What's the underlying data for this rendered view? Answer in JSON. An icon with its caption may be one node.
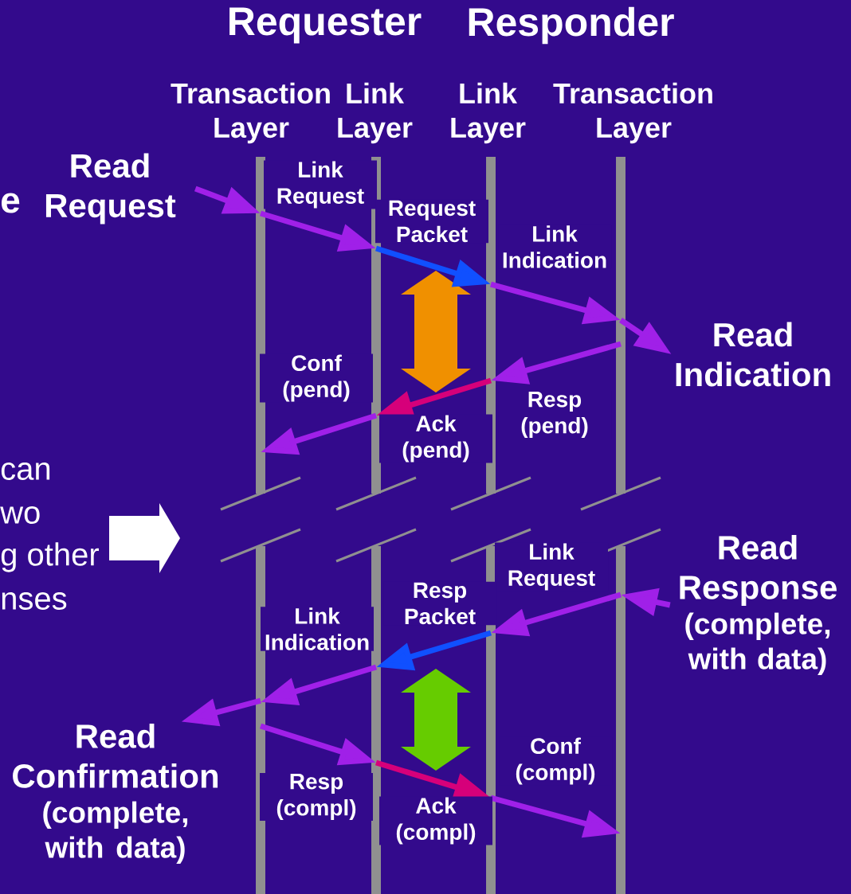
{
  "diagram": {
    "nodes": [
      {
        "text": [
          "Transaction Layer"
        ]
      },
      {
        "text": [
          "Link Layer"
        ]
      },
      {
        "text": [
          "Link Layer"
        ]
      },
      {
        "text": [
          "Transaction Layer"
        ]
      },
      {
        "text": [
          "Read Request"
        ]
      },
      {
        "text": [
          "Read Indication"
        ]
      },
      {
        "text": [
          "Read Response",
          "(complete, with data)"
        ]
      },
      {
        "text": [
          "Read Confirmation",
          "(complete, with data)"
        ]
      }
    ],
    "edges": [
      {
        "from": 4,
        "to": 0,
        "arrow": "to"
      },
      {
        "from": 0,
        "to": 1,
        "arrow": "to",
        "label": "Link Request"
      },
      {
        "from": 1,
        "to": 2,
        "arrow": "to",
        "label": "Request Packet",
        "color": "#1050ff"
      },
      {
        "from": 2,
        "to": 3,
        "arrow": "to",
        "label": "Link Indication"
      },
      {
        "from": 3,
        "to": 5,
        "arrow": "to"
      },
      {
        "from": 3,
        "to": 2,
        "arrow": "to",
        "label": "Resp (pend)"
      },
      {
        "from": 2,
        "to": 1,
        "arrow": "to",
        "label": "Ack (pend)",
        "color": "#d6007a"
      },
      {
        "from": 1,
        "to": 0,
        "arrow": "to",
        "label": "Conf (pend)"
      },
      {
        "from": 6,
        "to": 3,
        "arrow": "to"
      },
      {
        "from": 3,
        "to": 2,
        "arrow": "to",
        "label": "Link Request"
      },
      {
        "from": 2,
        "to": 1,
        "arrow": "to",
        "label": "Resp Packet",
        "color": "#1050ff"
      },
      {
        "from": 1,
        "to": 0,
        "arrow": "to",
        "label": "Link Indication"
      },
      {
        "from": 0,
        "to": 7,
        "arrow": "to"
      },
      {
        "from": 0,
        "to": 1,
        "arrow": "to",
        "label": "Resp (compl)"
      },
      {
        "from": 1,
        "to": 2,
        "arrow": "to",
        "label": "Ack (compl)",
        "color": "#d6007a"
      },
      {
        "from": 2,
        "to": 3,
        "arrow": "to",
        "label": "Conf (compl)"
      }
    ],
    "labels": [
      "Requester",
      "Responder",
      "e",
      "can",
      "wo",
      "g other",
      "nses"
    ]
  }
}
